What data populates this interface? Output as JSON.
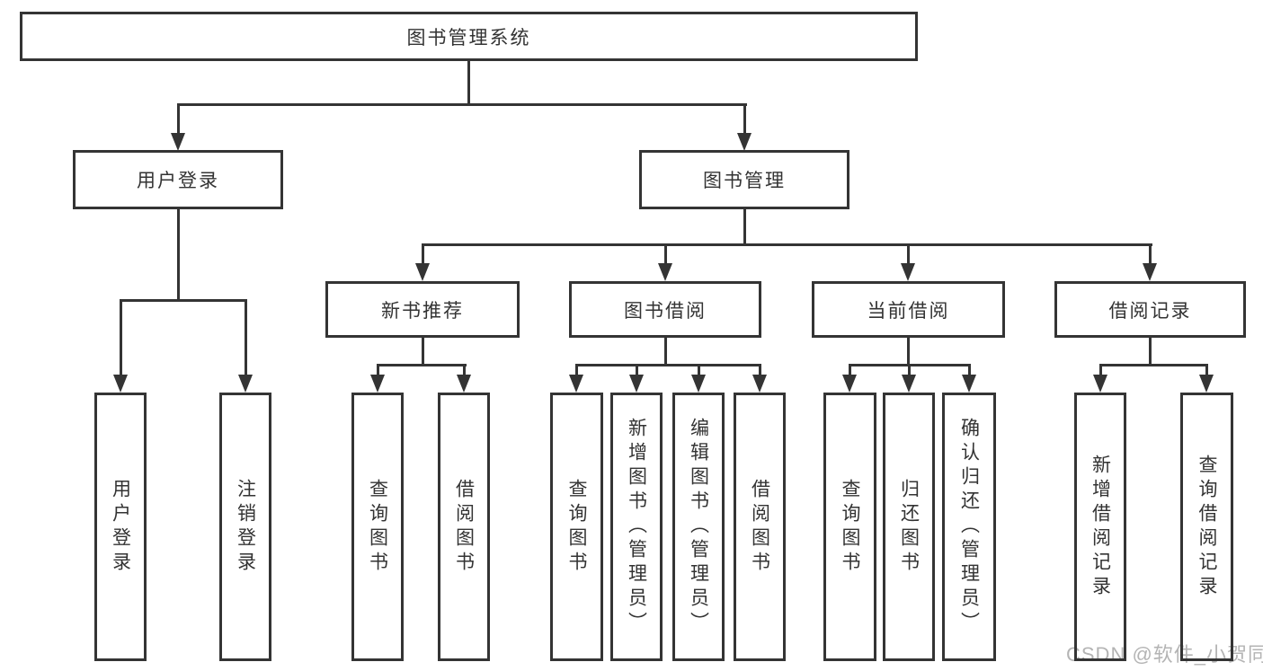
{
  "diagram_title": "图书管理系统",
  "tree": {
    "label": "图书管理系统",
    "children": [
      {
        "label": "用户登录",
        "children": [
          {
            "label": "用户登录"
          },
          {
            "label": "注销登录"
          }
        ]
      },
      {
        "label": "图书管理",
        "children": [
          {
            "label": "新书推荐",
            "children": [
              {
                "label": "查询图书"
              },
              {
                "label": "借阅图书"
              }
            ]
          },
          {
            "label": "图书借阅",
            "children": [
              {
                "label": "查询图书"
              },
              {
                "label": "新增图书（管理员）"
              },
              {
                "label": "编辑图书（管理员）"
              },
              {
                "label": "借阅图书"
              }
            ]
          },
          {
            "label": "当前借阅",
            "children": [
              {
                "label": "查询图书"
              },
              {
                "label": "归还图书"
              },
              {
                "label": "确认归还（管理员）"
              }
            ]
          },
          {
            "label": "借阅记录",
            "children": [
              {
                "label": "新增借阅记录"
              },
              {
                "label": "查询借阅记录"
              }
            ]
          }
        ]
      }
    ]
  },
  "watermark": {
    "text": "CSDN @软件_小贺同学"
  },
  "colors": {
    "line": "#343434",
    "text": "#333333",
    "watermark": "#b4b4b4",
    "bg": "#ffffff"
  }
}
